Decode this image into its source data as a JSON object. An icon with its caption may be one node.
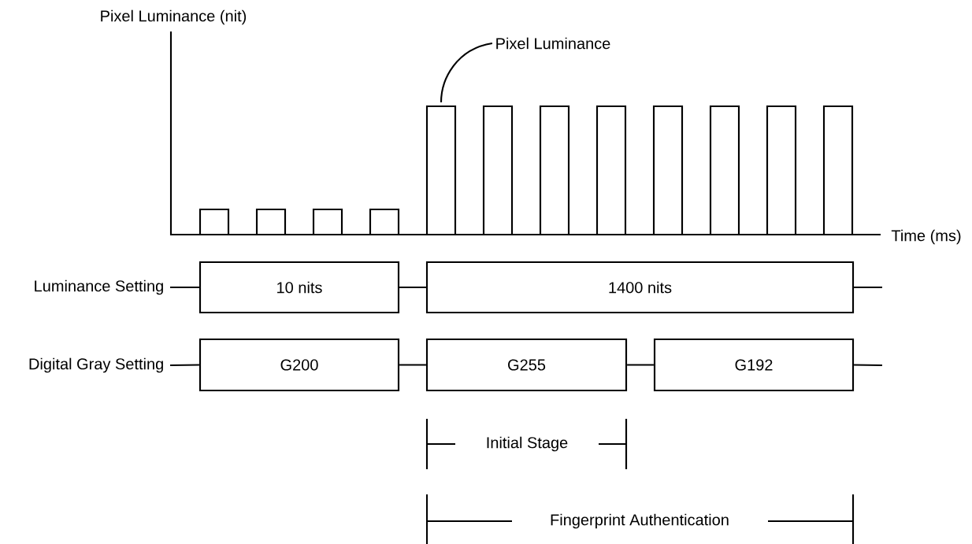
{
  "diagram": {
    "nodes": [
      {
        "text": [
          "Luminance Setting"
        ]
      },
      {
        "text": [
          "10 nits"
        ]
      },
      {
        "text": [
          "1400 nits"
        ]
      },
      {
        "text": [
          "Digital Gray Setting"
        ]
      },
      {
        "text": [
          "G200"
        ]
      },
      {
        "text": [
          "G255"
        ]
      },
      {
        "text": [
          "G192"
        ]
      },
      {
        "text": [
          "Pixel Luminance"
        ]
      }
    ],
    "edges": [
      {
        "from": 0,
        "to": 1,
        "arrow": "none"
      },
      {
        "from": 1,
        "to": 2,
        "arrow": "none"
      },
      {
        "from": 2,
        "to": null,
        "arrow": "none"
      },
      {
        "from": 3,
        "to": 4,
        "arrow": "none"
      },
      {
        "from": 4,
        "to": 5,
        "arrow": "none"
      },
      {
        "from": 5,
        "to": 6,
        "arrow": "none"
      },
      {
        "from": 6,
        "to": null,
        "arrow": "none"
      },
      {
        "from": 7,
        "to": null,
        "arrow": "none"
      }
    ],
    "labels": [
      "Pixel Luminance (nit)",
      "Time (ms)",
      "Initial Stage",
      "Fingerprint Authentication"
    ]
  }
}
